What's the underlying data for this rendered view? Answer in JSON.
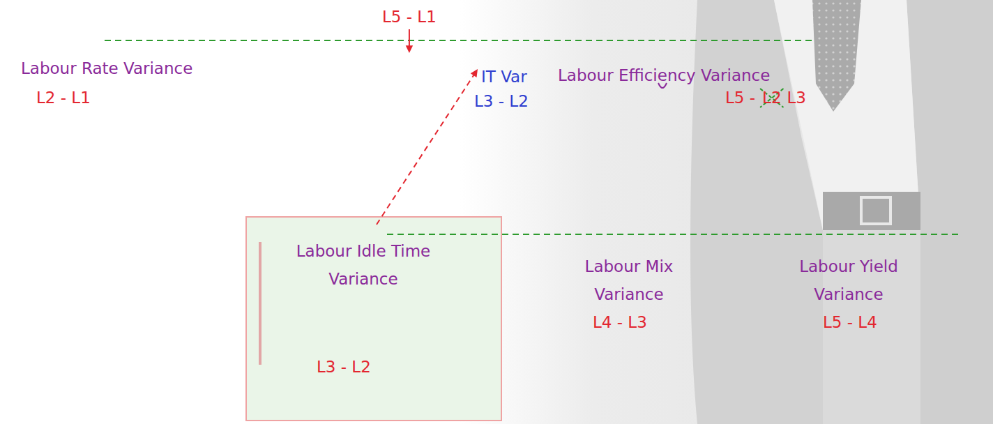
{
  "diagram": {
    "nodes": [
      {
        "text": [
          "Labour Idle Time Variance",
          "L3 - L2"
        ]
      }
    ],
    "labels": [
      "L5 - L1",
      "Labour Rate Variance",
      "L2 - L1",
      "IT Var",
      "L3 - L2",
      "Labour Efficiency Variance",
      "L5 -",
      "L2",
      "L3",
      "Labour Mix Variance",
      "L4 - L3",
      "Labour Yield Variance",
      "L5 - L4"
    ]
  }
}
